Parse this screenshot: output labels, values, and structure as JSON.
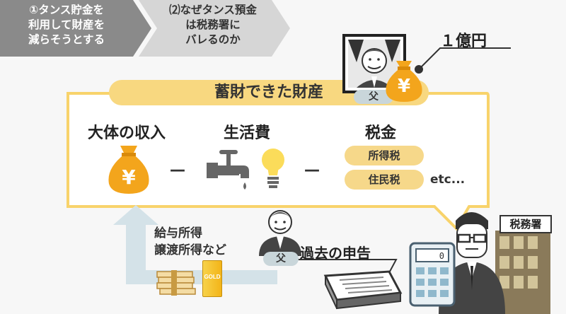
{
  "steps": [
    {
      "label": "①タンス貯金を\n利用して財産を\n減らそうとする",
      "active": true
    },
    {
      "label": "⑵なぜタンス預金\nは税務署に\nバレるのか",
      "active": false
    }
  ],
  "money_amount": "１億円",
  "savings_title": "蓄財できた財産",
  "father_label": "父",
  "columns": {
    "income": "大体の収入",
    "living": "生活費",
    "tax": "税金"
  },
  "operators": [
    "－",
    "－"
  ],
  "tax_items": [
    "所得税",
    "住民税"
  ],
  "tax_etc": "etc...",
  "income_sources": "給与所得\n譲渡所得など",
  "past_filing": "過去の申告",
  "tax_office_sign": "税務署",
  "gold_label": "GOLD",
  "yen_symbol": "¥",
  "calculator_display": "0",
  "colors": {
    "yellow": "#f8c84a",
    "orange": "#f3a51c",
    "pale_yellow": "#f6d88a",
    "gray_dark": "#777777",
    "gray_light": "#d0d0d0",
    "arrow_blue": "#d4e2e8"
  }
}
